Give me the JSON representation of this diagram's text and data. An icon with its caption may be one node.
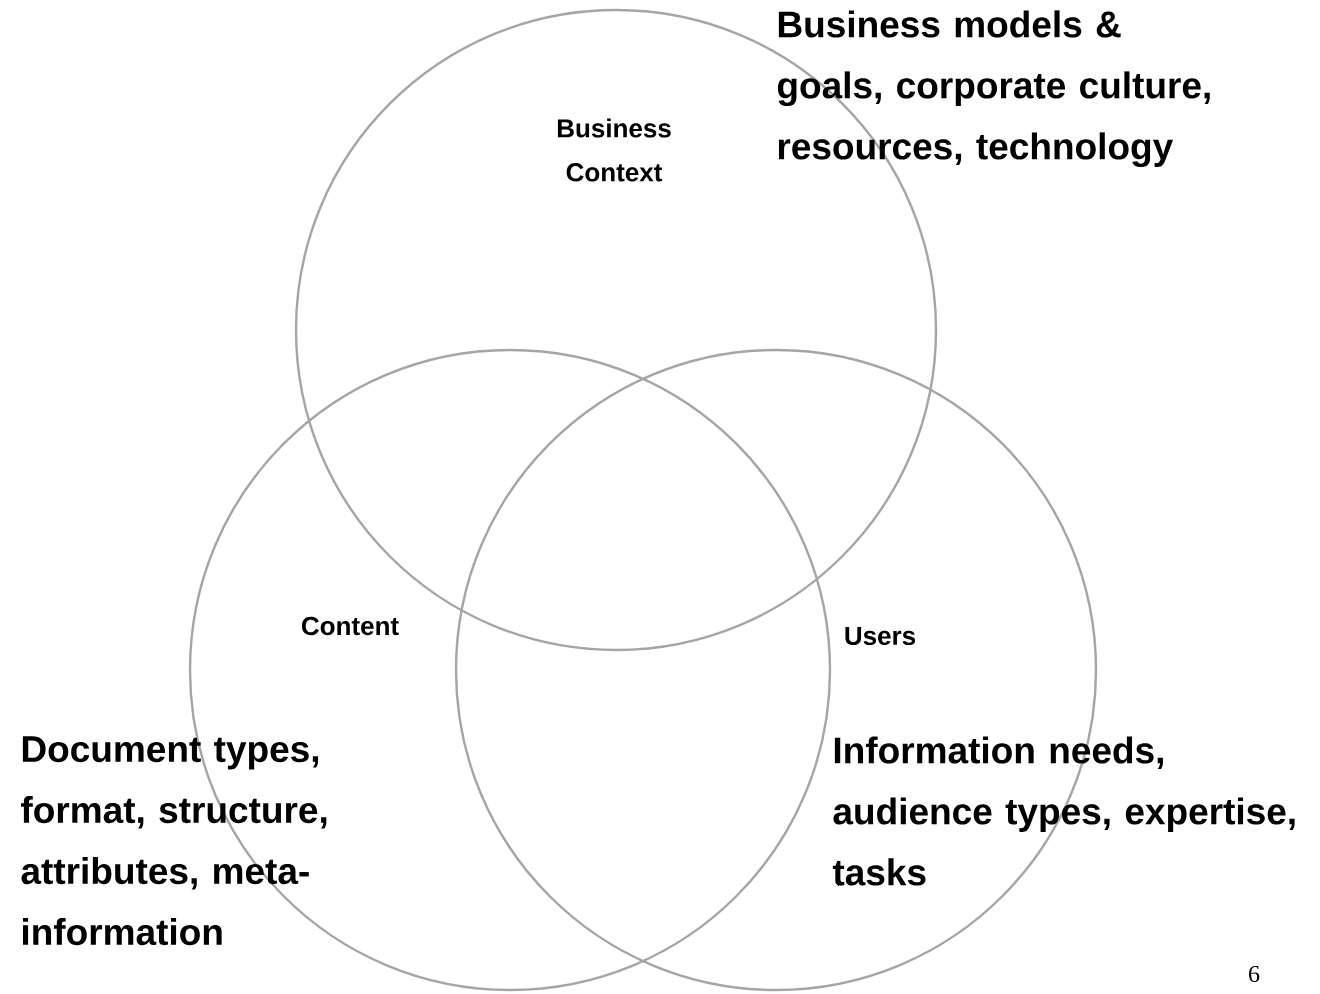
{
  "diagram": {
    "nodes": [
      {
        "text": [
          "Business Context"
        ],
        "beside": [
          "Business models & goals, corporate culture, resources, technology"
        ]
      },
      {
        "text": [
          "Content"
        ],
        "beside": [
          "Document types, format, structure, attributes, meta-information"
        ]
      },
      {
        "text": [
          "Users"
        ],
        "beside": [
          "Information needs, audience types, expertise, tasks"
        ]
      }
    ],
    "labels": [
      "6"
    ]
  }
}
